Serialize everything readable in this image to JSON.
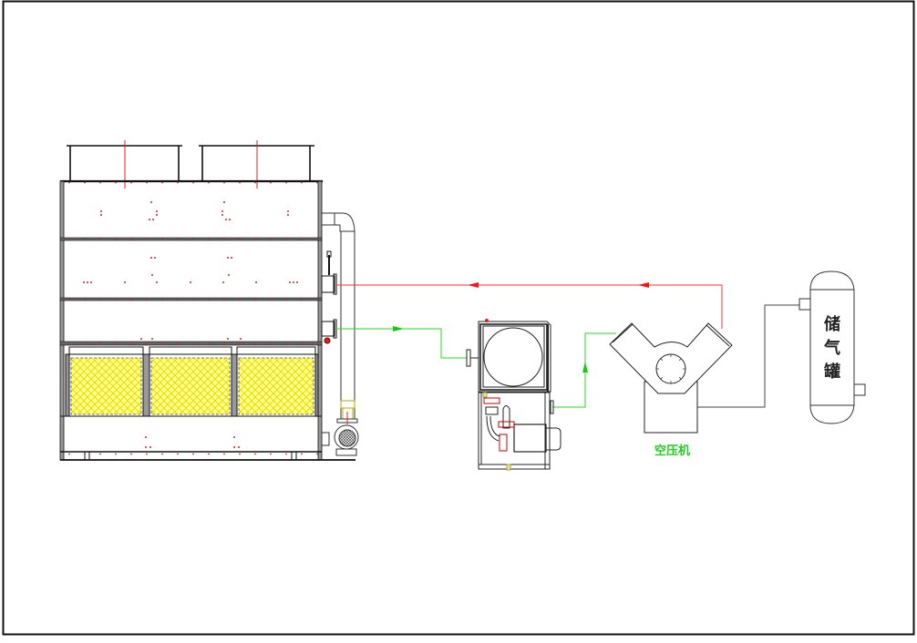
{
  "diagram": {
    "components": {
      "cooling_tower": {
        "name": "closed-cooling-tower"
      },
      "water_tank_pump": {
        "name": "water-tank-pump-unit"
      },
      "air_compressor": {
        "name": "air-compressor",
        "label": "空压机"
      },
      "air_tank": {
        "name": "air-storage-tank",
        "label_chars": [
          "储",
          "气",
          "罐"
        ]
      }
    },
    "flows": {
      "hot_return": {
        "color": "#ff3333",
        "direction": "to-tower"
      },
      "cold_supply": {
        "color": "#22dd22",
        "direction": "to-compressor"
      },
      "air_line": {
        "color": "#444444"
      }
    },
    "colors": {
      "frame": "#111111",
      "line": "#333333",
      "fill_media": "#ffff66",
      "media_grid": "#e6d800",
      "dots": "#e02020"
    }
  }
}
